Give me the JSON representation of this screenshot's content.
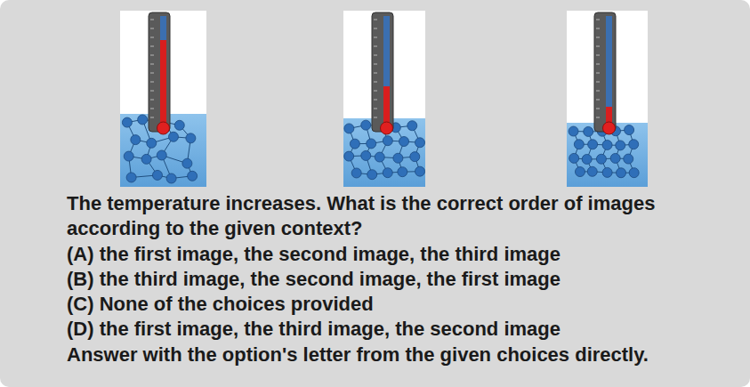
{
  "diagram": {
    "labels": [
      "The temperature increases. What is the correct order of images according to the given context?",
      "(A) the first image, the second image, the third image",
      "(B) the third image, the second image, the first image",
      "(C) None of the choices provided",
      "(D) the first image, the third image, the second image",
      "Answer with the option's letter from the given choices directly."
    ]
  }
}
